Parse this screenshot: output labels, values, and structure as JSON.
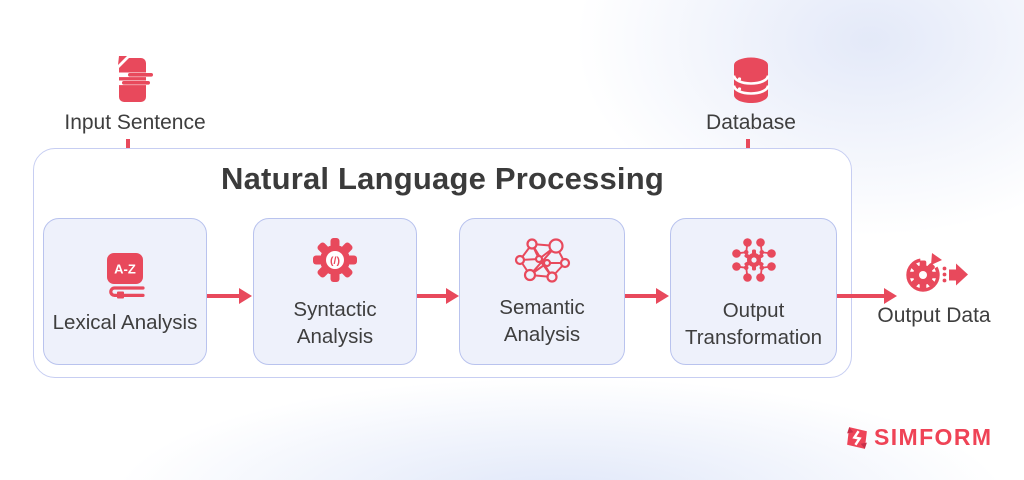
{
  "diagram": {
    "title": "Natural Language Processing",
    "input_node": {
      "label": "Input Sentence",
      "icon": "document-fast-icon"
    },
    "database_node": {
      "label": "Database",
      "icon": "database-icon"
    },
    "output_node": {
      "label": "Output Data",
      "icon": "gear-export-icon"
    },
    "steps": [
      {
        "label": "Lexical Analysis",
        "icon": "dictionary-az-icon"
      },
      {
        "label": "Syntactic Analysis",
        "icon": "gear-code-icon"
      },
      {
        "label": "Semantic Analysis",
        "icon": "network-graph-icon"
      },
      {
        "label": "Output Transformation",
        "icon": "hub-gear-icon"
      }
    ],
    "dictionary_icon_text": "A-Z",
    "gear_code_icon_text": "(/)"
  },
  "branding": {
    "logo_text": "SIMFORM"
  },
  "colors": {
    "accent": "#E8495C",
    "logo_red": "#EF4356",
    "box_fill": "#EEF1FB",
    "box_border": "#B9C3EE",
    "container_border": "#C7CEF2",
    "text": "#3E3E3E",
    "title_text": "#3B3B3B"
  }
}
